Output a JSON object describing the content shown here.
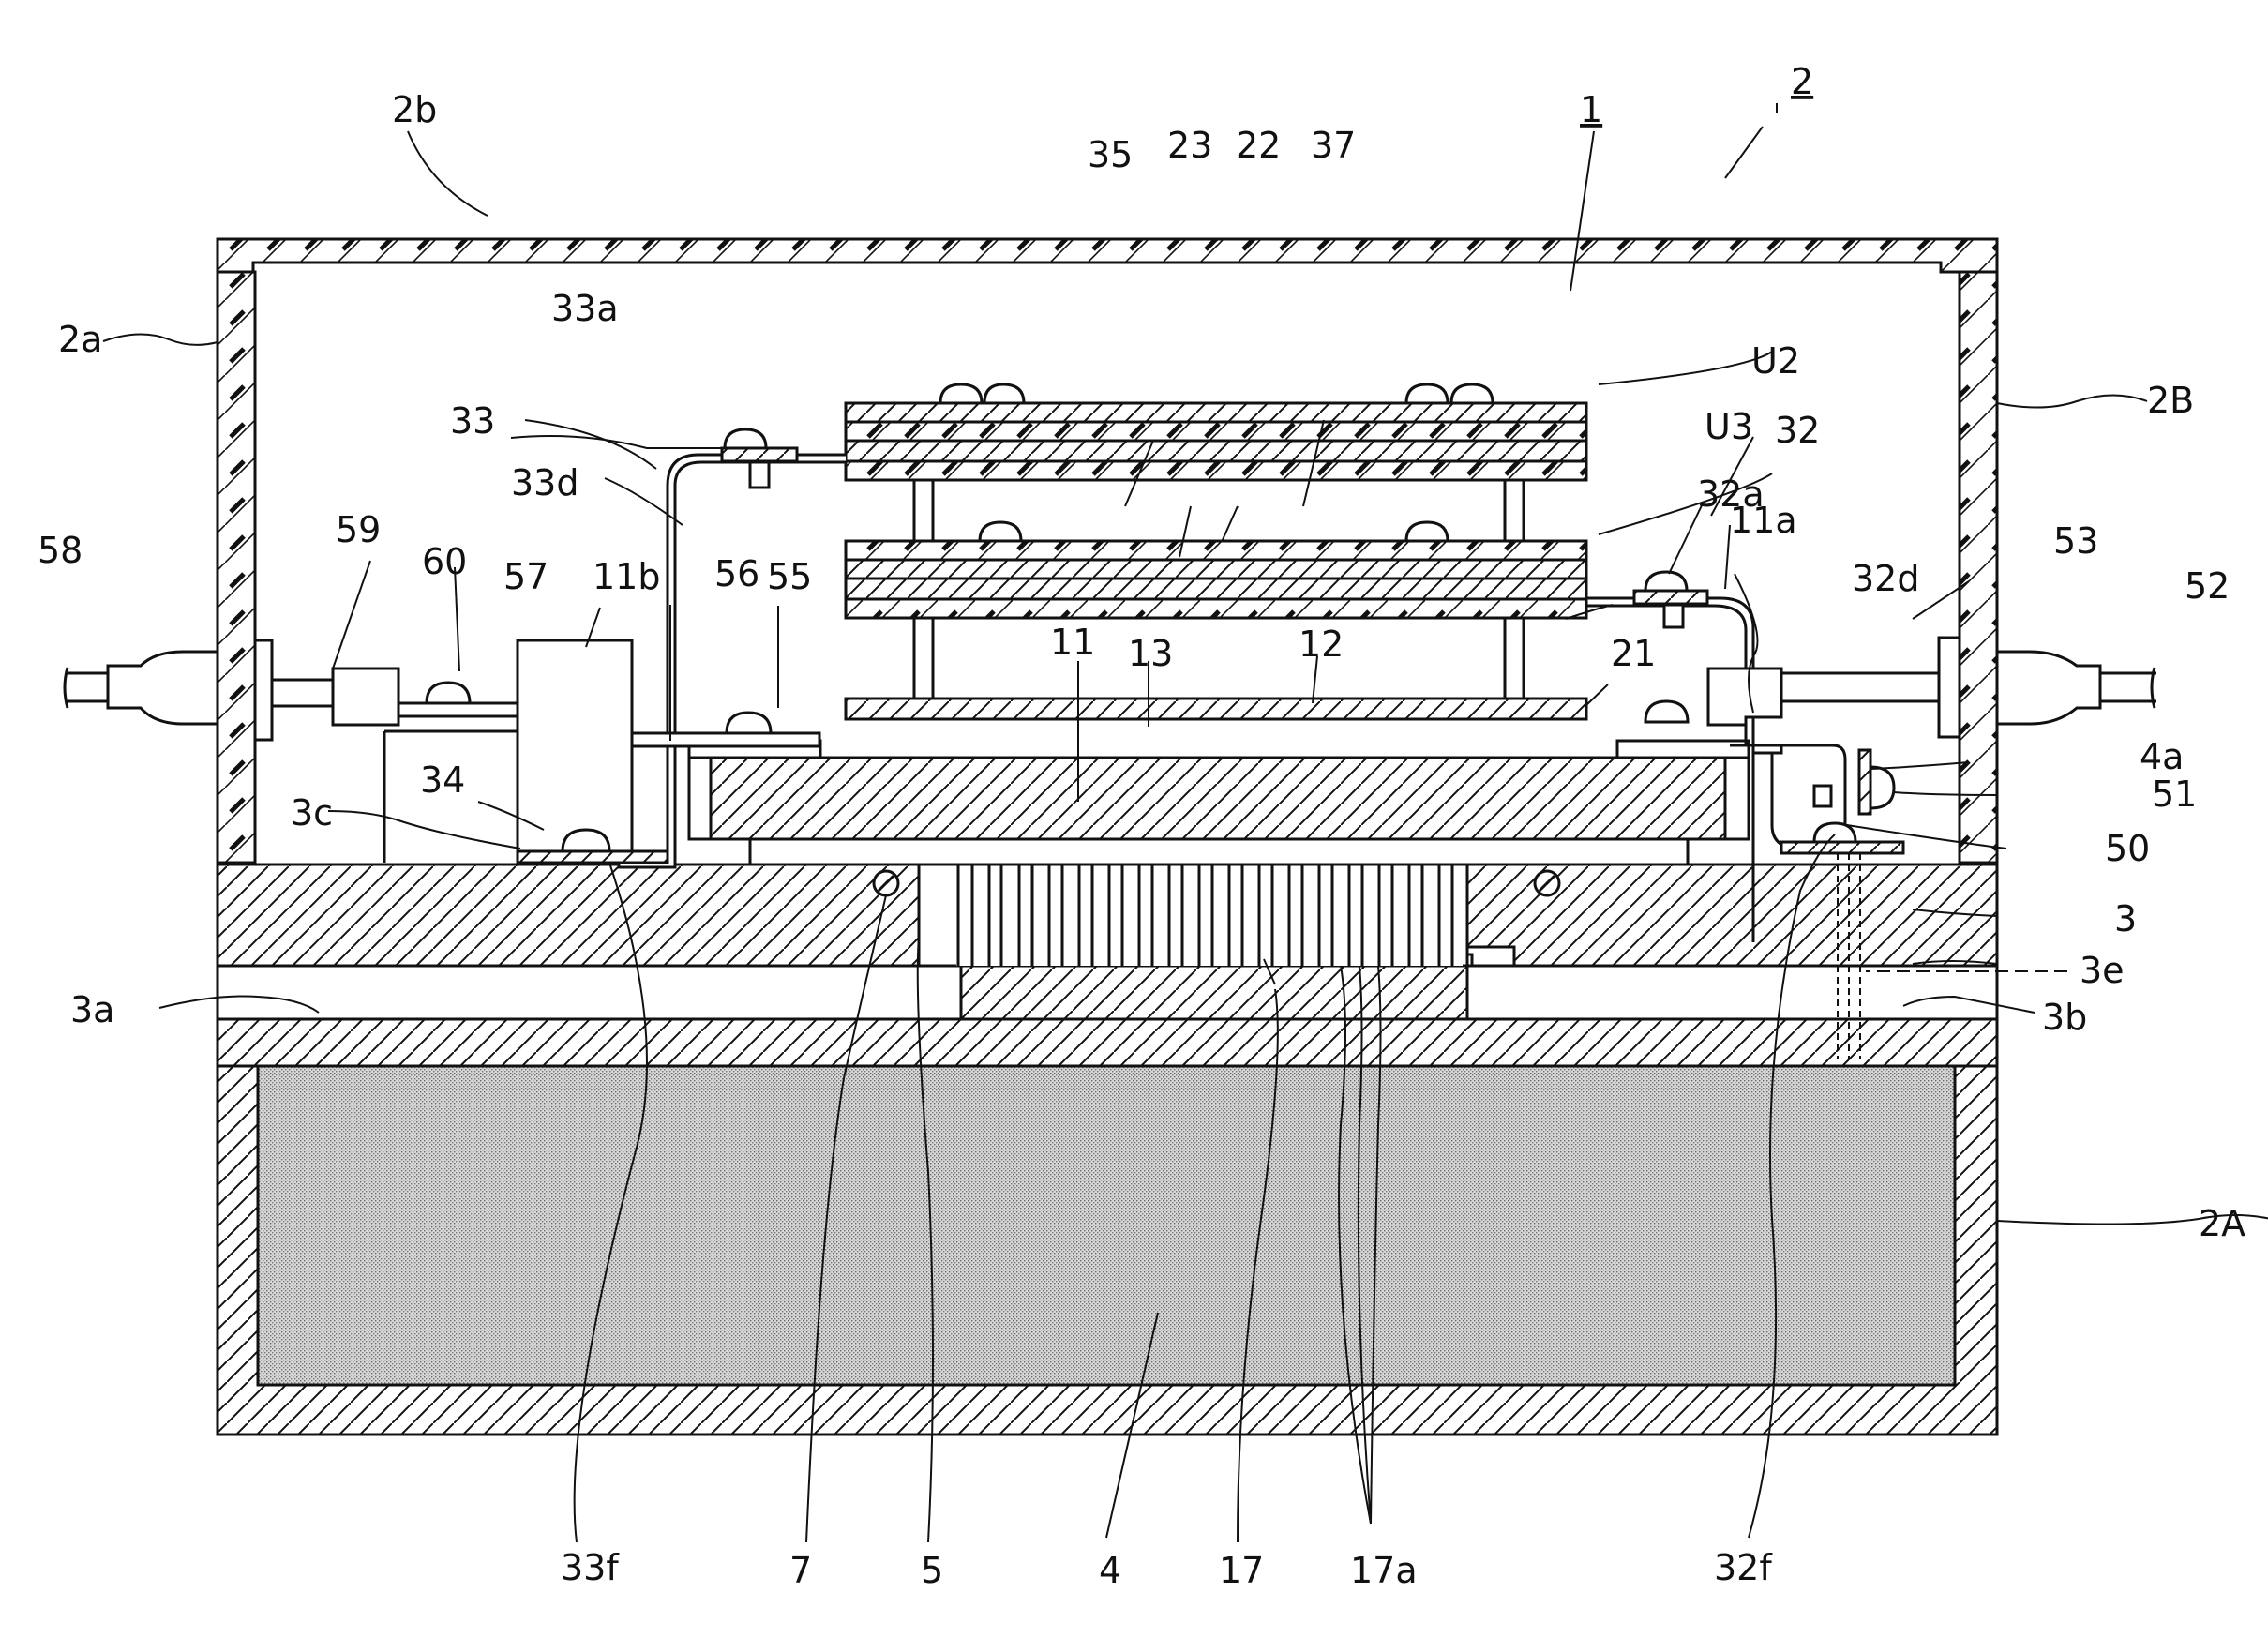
{
  "figure": {
    "labels": {
      "n1": "1",
      "n2": "2",
      "n2a": "2a",
      "n2b": "2b",
      "n2A": "2A",
      "n2B": "2B",
      "n3": "3",
      "n3a": "3a",
      "n3b": "3b",
      "n3c": "3c",
      "n3e": "3e",
      "n4": "4",
      "n4a": "4a",
      "n5": "5",
      "n7": "7",
      "n11": "11",
      "n11a": "11a",
      "n11b": "11b",
      "n12": "12",
      "n13": "13",
      "n17": "17",
      "n17a": "17a",
      "n21": "21",
      "n22": "22",
      "n23": "23",
      "n32": "32",
      "n32a": "32a",
      "n32d": "32d",
      "n32f": "32f",
      "n33": "33",
      "n33a": "33a",
      "n33d": "33d",
      "n33f": "33f",
      "n34": "34",
      "n35": "35",
      "n37": "37",
      "n50": "50",
      "n51": "51",
      "n52": "52",
      "n53": "53",
      "n55": "55",
      "n56": "56",
      "n57": "57",
      "n58": "58",
      "n59": "59",
      "n60": "60",
      "nU2": "U2",
      "nU3": "U3"
    }
  }
}
